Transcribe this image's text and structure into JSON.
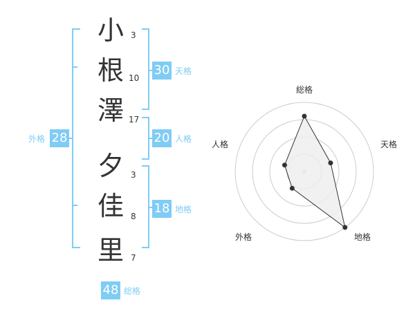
{
  "colors": {
    "accent": "#7fccf5",
    "text": "#333333",
    "grid": "#cccccc",
    "polygon_fill": "#eeeeee",
    "polygon_stroke": "#333333"
  },
  "name": {
    "chars": [
      {
        "char": "小",
        "strokes": "3"
      },
      {
        "char": "根",
        "strokes": "10"
      },
      {
        "char": "澤",
        "strokes": "17"
      },
      {
        "char": "夕",
        "strokes": "3"
      },
      {
        "char": "佳",
        "strokes": "8"
      },
      {
        "char": "里",
        "strokes": "7"
      }
    ]
  },
  "scores": {
    "tenkaku": {
      "value": "30",
      "label": "天格"
    },
    "jinkaku": {
      "value": "20",
      "label": "人格"
    },
    "chikaku": {
      "value": "18",
      "label": "地格"
    },
    "gaikaku": {
      "value": "28",
      "label": "外格"
    },
    "soukaku": {
      "value": "48",
      "label": "総格"
    }
  },
  "chart_data": {
    "type": "radar",
    "axes": [
      "総格",
      "天格",
      "地格",
      "外格",
      "人格"
    ],
    "values": [
      0.8,
      0.4,
      1.0,
      0.3,
      0.3
    ],
    "rings": 4,
    "range": [
      0,
      1
    ]
  }
}
